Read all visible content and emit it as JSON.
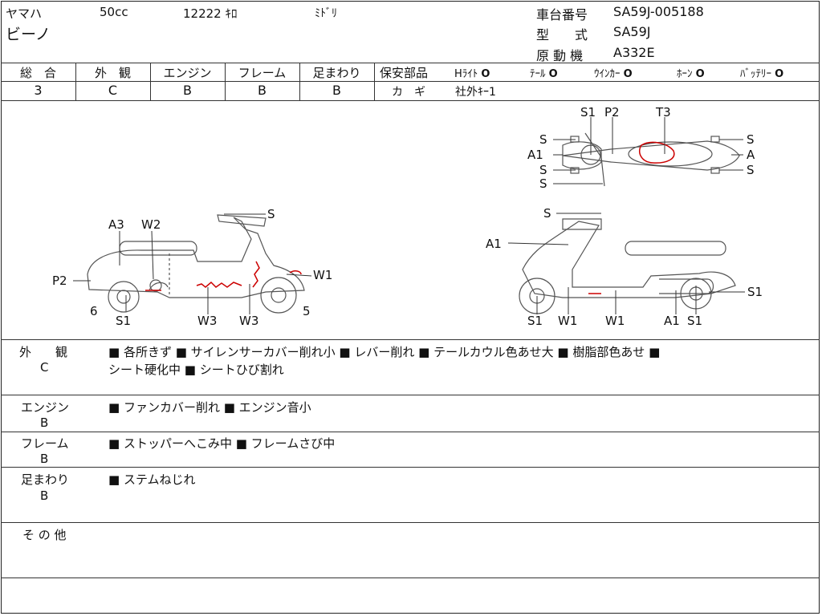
{
  "header": {
    "maker": "ヤマハ",
    "displacement": "50cc",
    "mileage": "12222 ｷﾛ",
    "color": "ﾐﾄﾞﾘ",
    "model_name": "ビーノ",
    "frame_no_label": "車台番号",
    "frame_no": "SA59J-005188",
    "type_label": "型　　式",
    "type": "SA59J",
    "engine_label": "原 動 機",
    "engine": "A332E"
  },
  "grades": {
    "total_label": "総　合",
    "total": "3",
    "exterior_label": "外　観",
    "exterior": "C",
    "engine_label": "エンジン",
    "engine": "B",
    "frame_label": "フレーム",
    "frame": "B",
    "suspension_label": "足まわり",
    "suspension": "B"
  },
  "safety": {
    "label": "保安部品",
    "items": [
      {
        "name": "Hﾗｲﾄ",
        "mark": "O"
      },
      {
        "name": "ﾃｰﾙ",
        "mark": "O"
      },
      {
        "name": "ｳｲﾝｶｰ",
        "mark": "O"
      },
      {
        "name": "ﾎｰﾝ",
        "mark": "O"
      },
      {
        "name": "ﾊﾞｯﾃﾘｰ",
        "mark": "O"
      }
    ],
    "key_label": "カ　ギ",
    "key_value": "社外ｷｰ1"
  },
  "diagram": {
    "top_labels": [
      "S1",
      "P2",
      "T3",
      "S",
      "S",
      "A1",
      "A",
      "S",
      "S",
      "S"
    ],
    "left_labels": [
      "S",
      "A3",
      "W2",
      "W1",
      "P2",
      "6",
      "S1",
      "W3",
      "W3",
      "5"
    ],
    "right_labels": [
      "S",
      "A1",
      "S1",
      "S1",
      "W1",
      "W1",
      "A1",
      "S1"
    ]
  },
  "remarks": [
    {
      "label": "外　　観",
      "grade": "C",
      "text": "■ 各所きず ■ サイレンサーカバー削れ小 ■ レバー削れ ■ テールカウル色あせ大 ■ 樹脂部色あせ ■",
      "text2": "シート硬化中 ■ シートひび割れ"
    },
    {
      "label": "エンジン",
      "grade": "B",
      "text": "■ ファンカバー削れ ■ エンジン音小",
      "text2": ""
    },
    {
      "label": "フレーム",
      "grade": "B",
      "text": "■ ストッパーへこみ中 ■ フレームさび中",
      "text2": ""
    },
    {
      "label": "足まわり",
      "grade": "B",
      "text": "■ ステムねじれ",
      "text2": ""
    },
    {
      "label": "そ の 他",
      "grade": "",
      "text": "",
      "text2": ""
    }
  ]
}
